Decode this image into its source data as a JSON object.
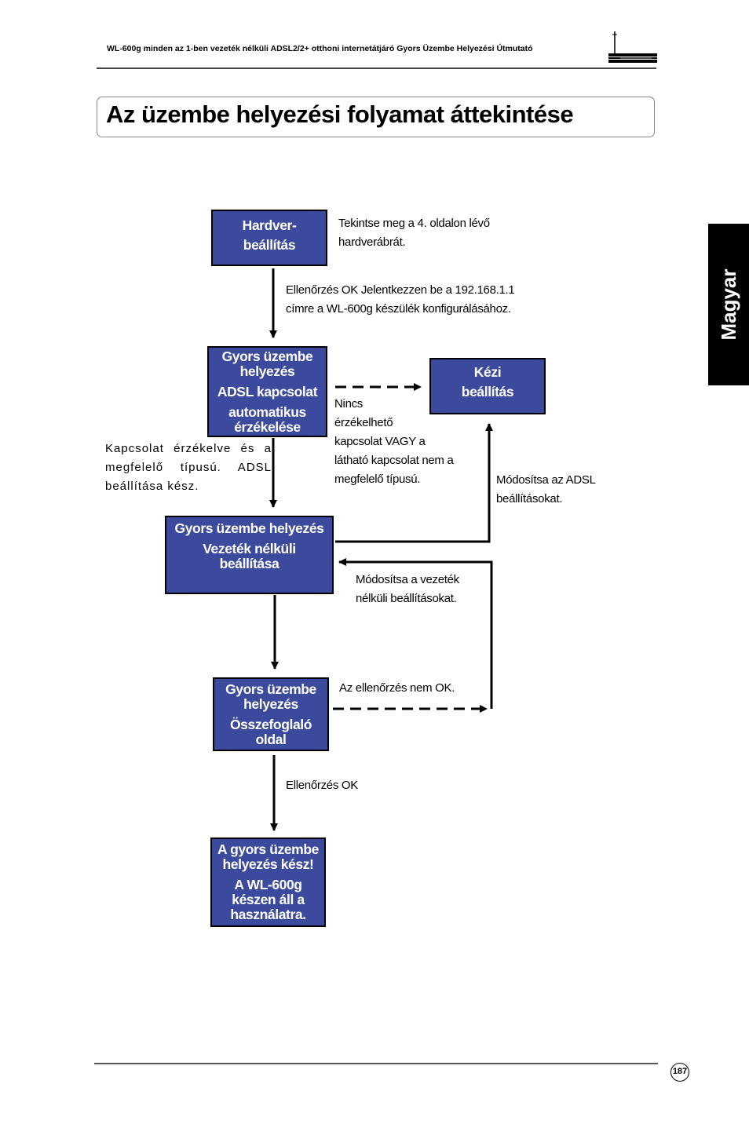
{
  "header": {
    "running_title": "WL-600g minden az 1-ben vezeték nélküli ADSL2/2+ otthoni internetátjáró Gyors Üzembe Helyezési Útmutató"
  },
  "page_title": "Az üzembe helyezési folyamat áttekintése",
  "side_tab": "Magyar",
  "boxes": {
    "hardware": [
      "Hardver-",
      "beállítás"
    ],
    "quick_adsl": [
      "Gyors üzembe",
      "helyezés",
      "ADSL kapcsolat",
      "automatikus",
      "érzékelése"
    ],
    "manual": [
      "Kézi",
      "beállítás"
    ],
    "quick_wireless": [
      "Gyors üzembe helyezés",
      "Vezeték nélküli",
      "beállítása"
    ],
    "quick_summary": [
      "Gyors üzembe",
      "helyezés",
      "Összefoglaló",
      "oldal"
    ],
    "done": [
      "A gyors üzembe",
      "helyezés kész!",
      "A WL-600g",
      "készen áll a",
      "használatra."
    ]
  },
  "notes": {
    "hardware_ref": [
      "Tekintse meg a 4. oldalon lévő",
      "hardverábrát."
    ],
    "check_ok_login": [
      "Ellenőrzés OK Jelentkezzen be a 192.168.1.1",
      "címre a WL-600g készülék konfigurálásához."
    ],
    "detected": "Kapcsolat érzékelve és a megfelelő típusú. ADSL beállítása kész.",
    "not_detected": [
      "Nincs",
      "érzékelhető",
      "kapcsolat VAGY a",
      "látható kapcsolat nem a",
      "megfelelő típusú."
    ],
    "modify_adsl": [
      "Módosítsa az ADSL",
      "beállításokat."
    ],
    "modify_wireless": [
      "Módosítsa a vezeték",
      "nélküli beállításokat."
    ],
    "check_not_ok": "Az ellenőrzés nem OK.",
    "check_ok": "Ellenőrzés OK"
  },
  "page_number": "187"
}
